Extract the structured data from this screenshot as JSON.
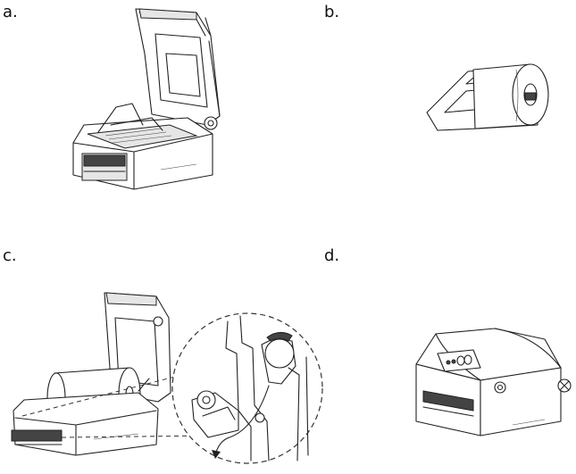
{
  "panels": {
    "a": {
      "label": "a."
    },
    "b": {
      "label": "b."
    },
    "c": {
      "label": "c."
    },
    "d": {
      "label": "d."
    }
  }
}
